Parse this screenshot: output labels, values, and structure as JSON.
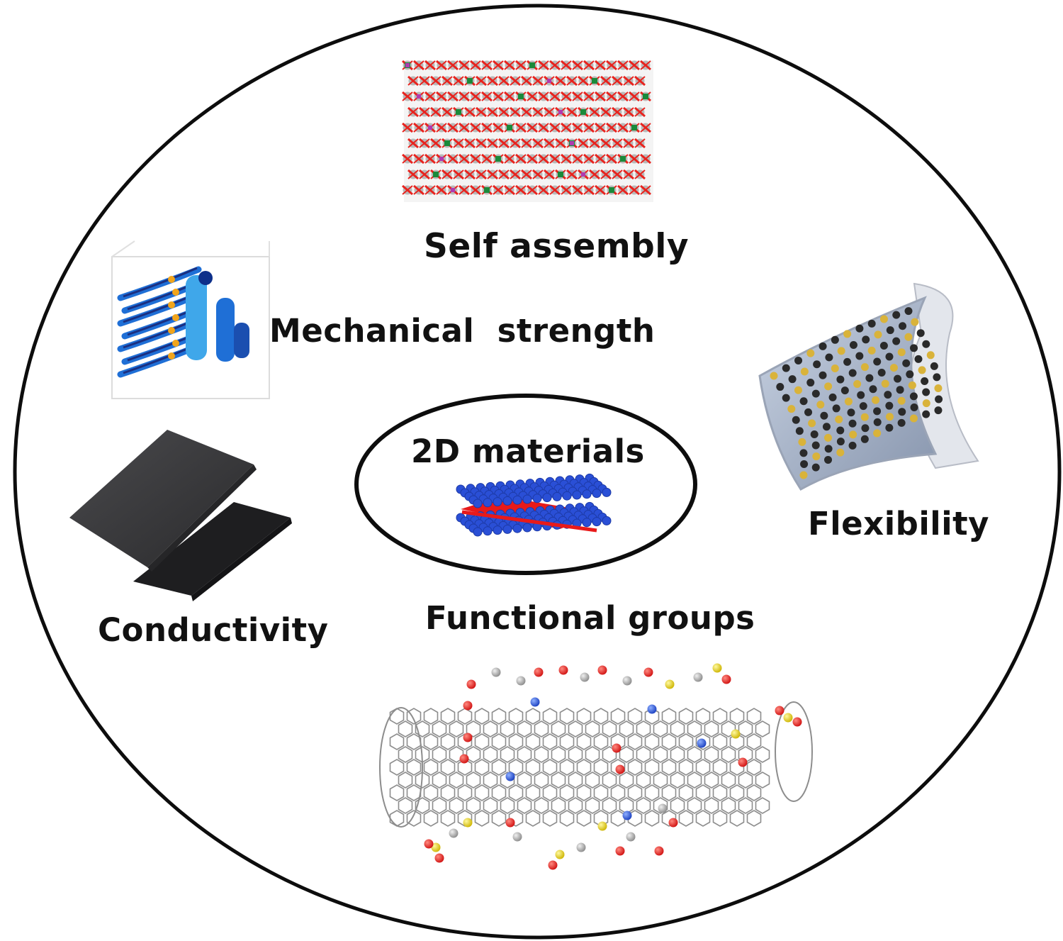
{
  "center_label": "2D materials",
  "properties": {
    "self_assembly": "Self assembly",
    "mechanical_strength": "Mechanical  strength",
    "flexibility": "Flexibility",
    "conductivity": "Conductivity",
    "functional_groups": "Functional groups"
  },
  "colors": {
    "outline": "#0d0d0d",
    "oxygen_red": "#e8231e",
    "carbon_gray": "#a9a9a9",
    "layer_blue": "#2a4fd6",
    "layer_red": "#e81a1a",
    "sheet_dark": "#3a3a3c",
    "sulfur_yellow": "#e8d21c",
    "nitrogen_blue": "#2b4fe0",
    "strength_blue": "#1f6fd6",
    "flex_gold": "#d9b33a"
  },
  "icons": {
    "self_assembly": "crystal-lattice-icon",
    "mechanical_strength": "stress-structure-icon",
    "flexibility": "flexible-mesh-sheet-icon",
    "conductivity": "conductive-sheets-icon",
    "functional_groups": "functionalized-nanotube-icon",
    "center": "layered-2d-material-icon"
  }
}
